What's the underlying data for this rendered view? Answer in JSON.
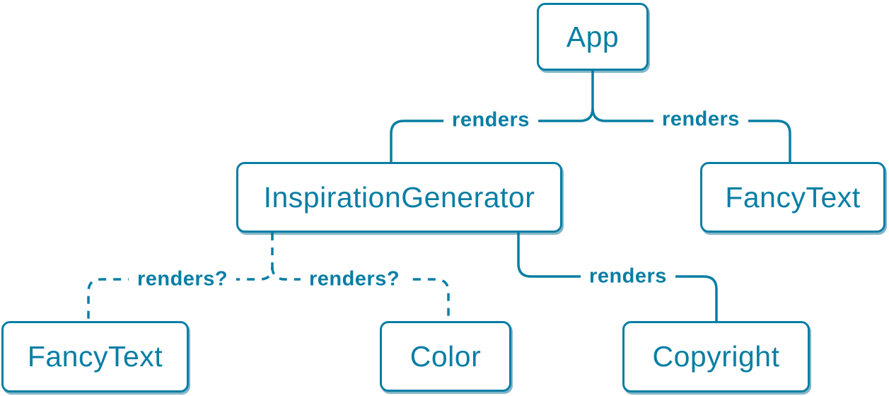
{
  "diagram": {
    "type": "component-render-tree",
    "colors": {
      "accent": "#087ea4",
      "node_fill": "#ffffff",
      "background": "#ffffff"
    },
    "nodes": [
      {
        "id": "app",
        "label": "App"
      },
      {
        "id": "inspiration-generator",
        "label": "InspirationGenerator"
      },
      {
        "id": "fancy-text-top",
        "label": "FancyText"
      },
      {
        "id": "fancy-text-bottom",
        "label": "FancyText"
      },
      {
        "id": "color",
        "label": "Color"
      },
      {
        "id": "copyright",
        "label": "Copyright"
      }
    ],
    "edges": [
      {
        "from": "App",
        "to": "InspirationGenerator",
        "label": "renders",
        "style": "solid"
      },
      {
        "from": "App",
        "to": "FancyText",
        "label": "renders",
        "style": "solid"
      },
      {
        "from": "InspirationGenerator",
        "to": "FancyText",
        "label": "renders?",
        "style": "dashed"
      },
      {
        "from": "InspirationGenerator",
        "to": "Color",
        "label": "renders?",
        "style": "dashed"
      },
      {
        "from": "InspirationGenerator",
        "to": "Copyright",
        "label": "renders",
        "style": "solid"
      }
    ]
  }
}
